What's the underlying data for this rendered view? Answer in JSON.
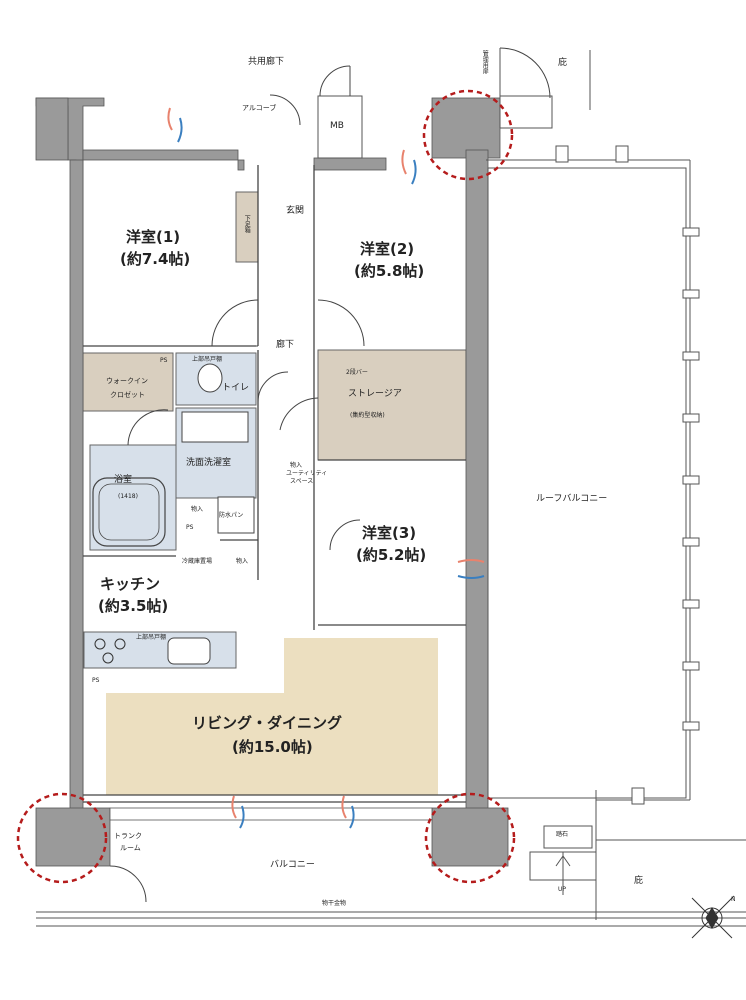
{
  "colors": {
    "wall": "#9a9a9a",
    "wetArea": "#d7e0ea",
    "storage": "#d9cfbf",
    "living": "#ecdfc0",
    "pillarRing": "#b51c1c",
    "airWarm": "#e8826d",
    "airCool": "#3a7fc0"
  },
  "labels": {
    "corridor": "共用廊下",
    "alcove": "アルコーブ",
    "mb": "MB",
    "eaves_top": "庇",
    "mgmt_door": "管理用扉",
    "entrance": "玄関",
    "shoe_cabinet": "下足箱",
    "hallway": "廊下",
    "western1_name": "洋室(1)",
    "western1_size": "(約7.4帖)",
    "western2_name": "洋室(2)",
    "western2_size": "(約5.8帖)",
    "western3_name": "洋室(3)",
    "western3_size": "(約5.2帖)",
    "walkin_1": "ウォークイン",
    "walkin_2": "クロゼット",
    "ps1": "PS",
    "ps2": "PS",
    "ps3": "PS",
    "upper_cabinet1": "上部吊戸棚",
    "toilet": "トイレ",
    "two_tier_bar": "2段バー",
    "storage": "ストレージア",
    "storage_sub": "(集約型収納)",
    "utility_1": "物入",
    "utility_2": "ユーティリティ",
    "utility_3": "スペース",
    "washroom": "洗面洗濯室",
    "bath": "浴室",
    "bath_size": "(1418)",
    "closet1": "物入",
    "pan": "防水パン",
    "fridge": "冷蔵庫置場",
    "closet2": "物入",
    "kitchen_name": "キッチン",
    "kitchen_size": "(約3.5帖)",
    "upper_cabinet2": "上部吊戸棚",
    "living_name": "リビング・ダイニング",
    "living_size": "(約15.0帖)",
    "roof_balcony": "ルーフバルコニー",
    "trunk_1": "トランク",
    "trunk_2": "ルーム",
    "balcony": "バルコニー",
    "laundry": "物干金物",
    "step": "踏石",
    "up": "UP",
    "eaves_bottom": "庇",
    "north": "N"
  }
}
